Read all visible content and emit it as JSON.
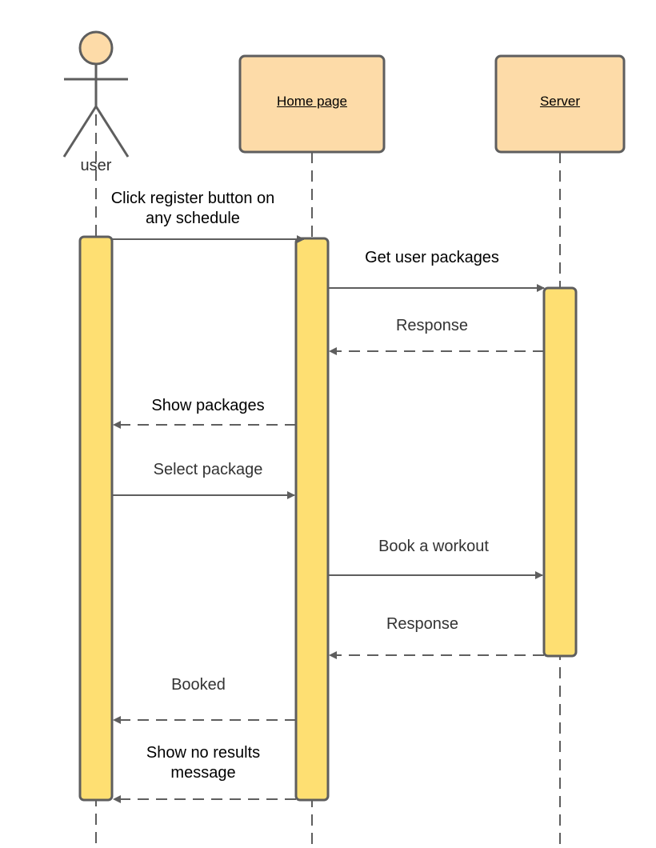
{
  "colors": {
    "participant_fill": "#FDDBA8",
    "activation_fill": "#FEDF72",
    "line": "#5E5E5E"
  },
  "participants": [
    {
      "id": "user",
      "label": "user",
      "kind": "actor"
    },
    {
      "id": "home",
      "label": "Home page",
      "kind": "object"
    },
    {
      "id": "server",
      "label": "Server",
      "kind": "object"
    }
  ],
  "messages": [
    {
      "id": "m1",
      "from": "user",
      "to": "home",
      "label": "Click register button on\nany schedule",
      "style": "solid"
    },
    {
      "id": "m2",
      "from": "home",
      "to": "server",
      "label": "Get user packages",
      "style": "solid"
    },
    {
      "id": "m3",
      "from": "server",
      "to": "home",
      "label": "Response",
      "style": "dashed"
    },
    {
      "id": "m4",
      "from": "home",
      "to": "user",
      "label": "Show packages",
      "style": "dashed"
    },
    {
      "id": "m5",
      "from": "user",
      "to": "home",
      "label": "Select package",
      "style": "solid"
    },
    {
      "id": "m6",
      "from": "home",
      "to": "server",
      "label": "Book a workout",
      "style": "solid"
    },
    {
      "id": "m7",
      "from": "server",
      "to": "home",
      "label": "Response",
      "style": "dashed"
    },
    {
      "id": "m8",
      "from": "home",
      "to": "user",
      "label": "Booked",
      "style": "dashed"
    },
    {
      "id": "m9",
      "from": "home",
      "to": "user",
      "label": "Show no results\nmessage",
      "style": "dashed"
    }
  ]
}
